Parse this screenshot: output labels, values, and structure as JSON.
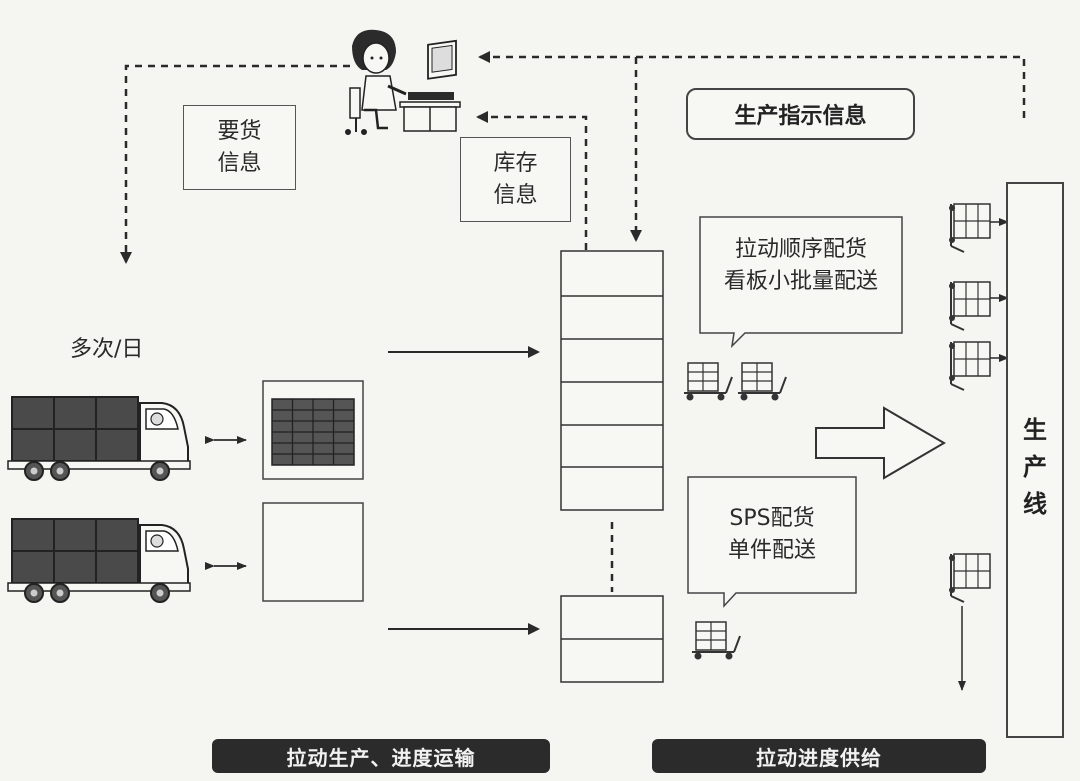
{
  "labels": {
    "demand_info": [
      "要货",
      "信息"
    ],
    "inventory_info": [
      "库存",
      "信息"
    ],
    "production_instruction": "生产指示信息",
    "frequency": "多次/日",
    "pull_sequence": [
      "拉动顺序配货",
      "看板小批量配送"
    ],
    "sps": [
      "SPS配货",
      "单件配送"
    ],
    "production_line": [
      "生",
      "产",
      "线"
    ],
    "banner_left": "拉动生产、进度运输",
    "banner_right": "拉动进度供给"
  },
  "colors": {
    "ink": "#2a2a2a",
    "paper": "#f5f5f1",
    "banner": "#2b2b2b"
  },
  "icons": [
    "person-at-computer-icon",
    "truck-icon",
    "cart-icon"
  ]
}
